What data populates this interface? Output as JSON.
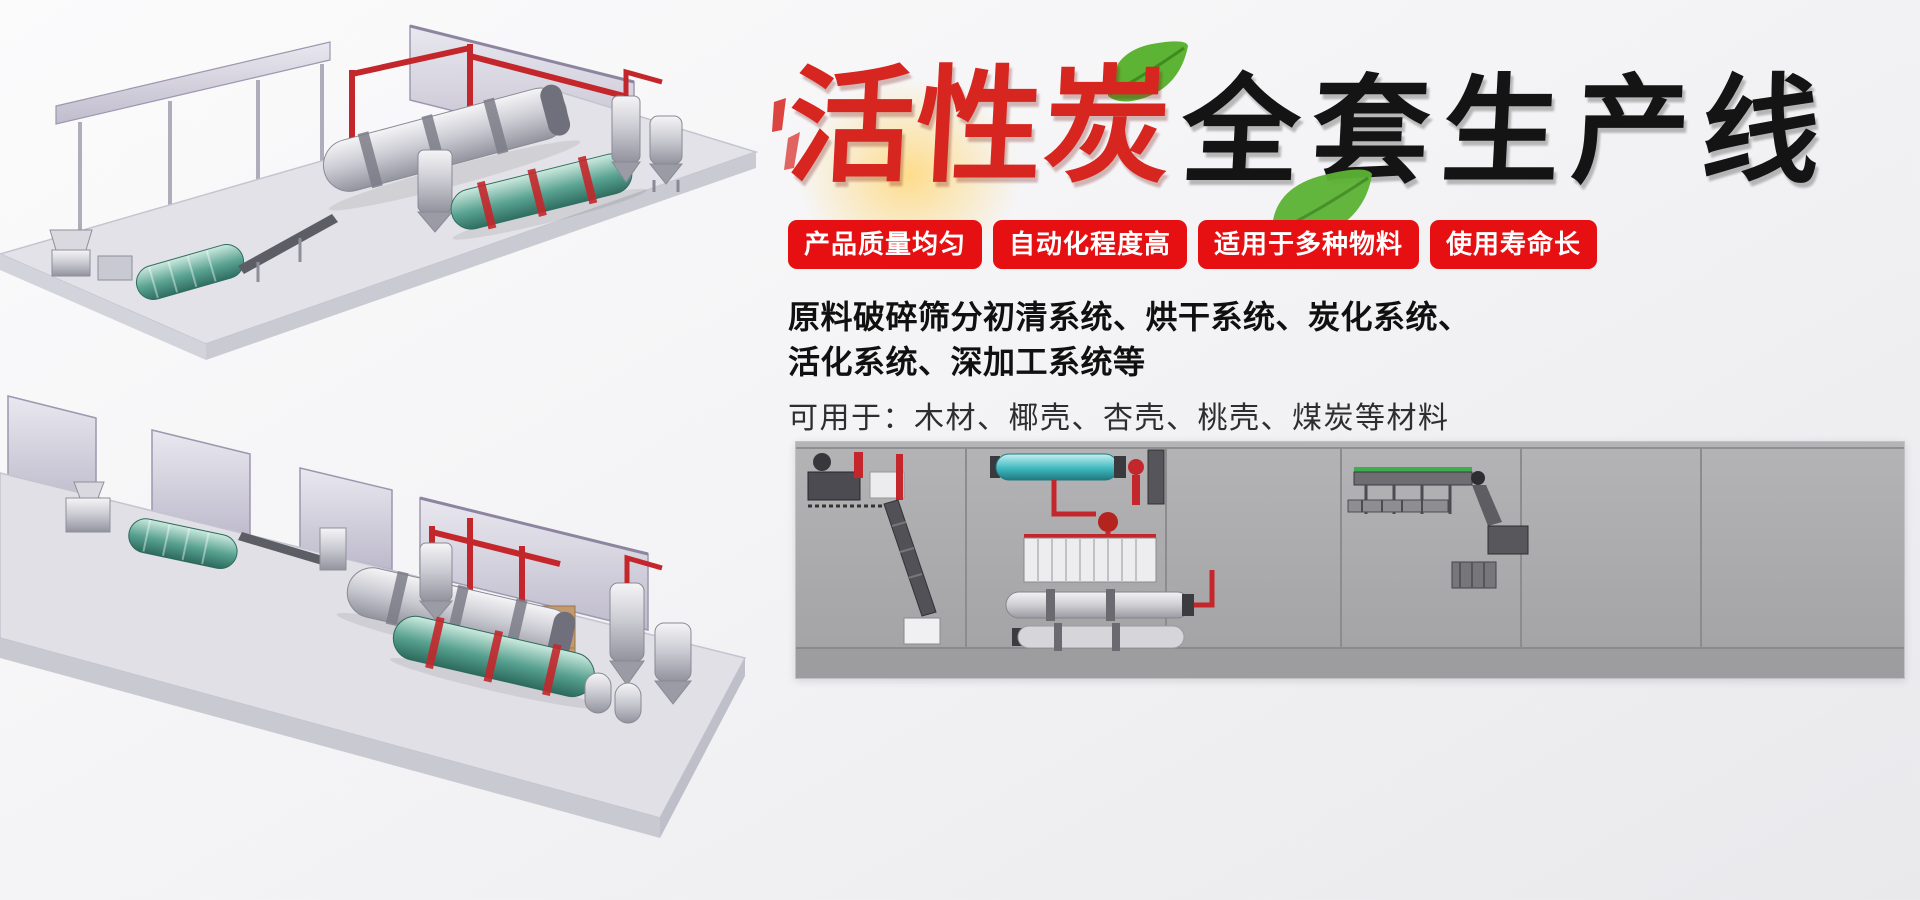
{
  "hero": {
    "title": {
      "red_part": "活性炭",
      "black_part": "全套生产线"
    },
    "badges": [
      {
        "label": "产品质量均匀"
      },
      {
        "label": "自动化程度高"
      },
      {
        "label": "适用于多种物料"
      },
      {
        "label": "使用寿命长"
      }
    ],
    "description": {
      "line1": "原料破碎筛分初清系统、烘干系统、炭化系统、",
      "line2": "活化系统、深加工系统等",
      "line3": "可用于：木材、椰壳、杏壳、桃壳、煤炭等材料"
    },
    "colors": {
      "accent_red": "#e60f12",
      "title_red": "#d7261f",
      "title_black": "#141414",
      "leaf_green": "#5cb334"
    }
  },
  "illustrations": {
    "top_render": "production-line-3d-render-top",
    "bottom_render": "production-line-3d-render-bottom",
    "plan_view": "production-line-schematic-panel"
  }
}
